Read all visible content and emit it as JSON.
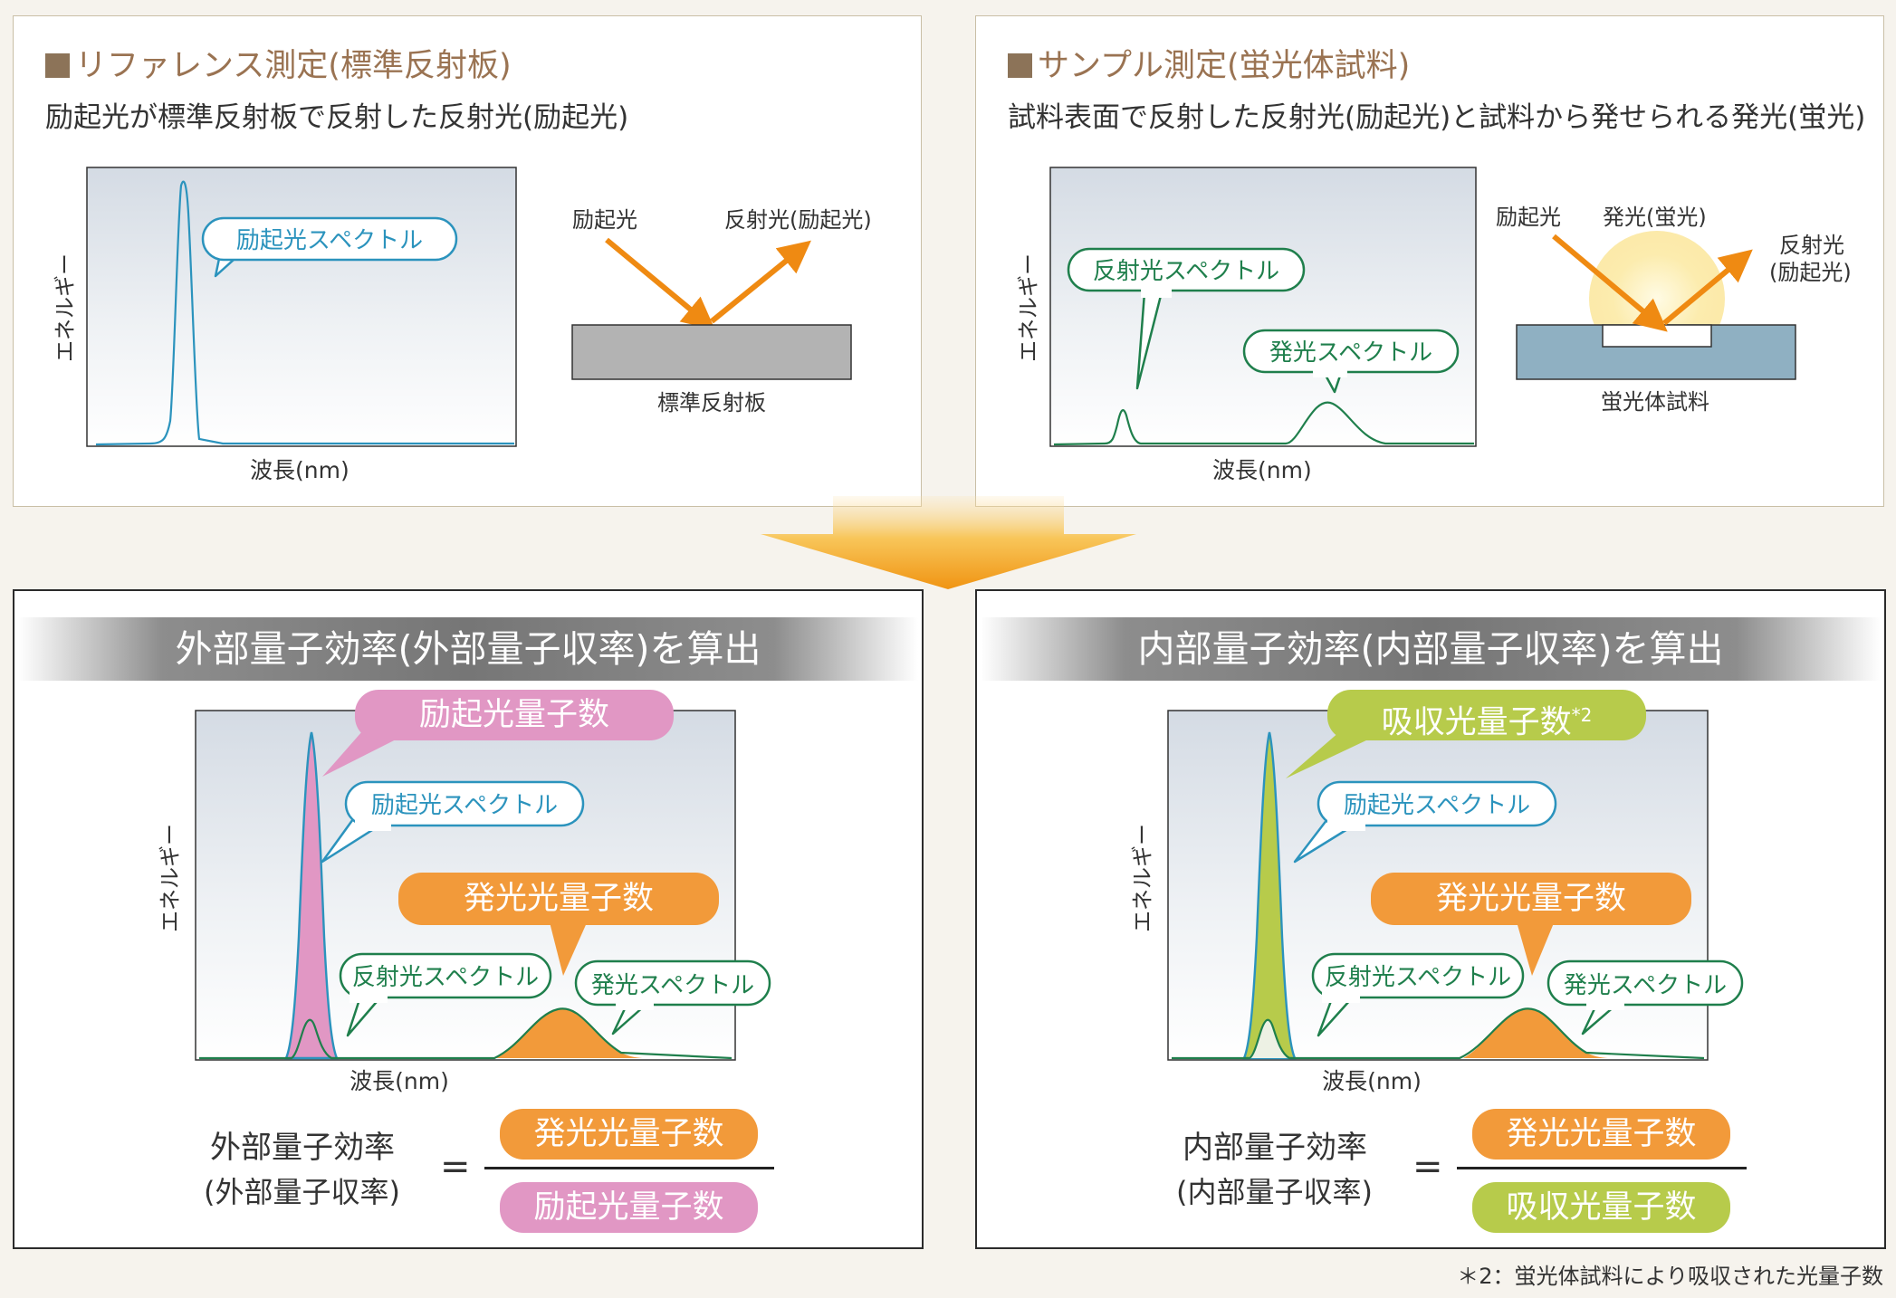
{
  "reference": {
    "title": "リファレンス測定(標準反射板)",
    "description": "励起光が標準反射板で反射した反射光(励起光)",
    "chart": {
      "ylabel": "エネルギー",
      "xlabel": "波長(nm)",
      "callout": "励起光スペクトル"
    },
    "figure": {
      "incident_label": "励起光",
      "reflected_label": "反射光(励起光)",
      "plate_label": "標準反射板"
    }
  },
  "sample": {
    "title": "サンプル測定(蛍光体試料)",
    "description": "試料表面で反射した反射光(励起光)と試料から発せられる発光(蛍光)",
    "chart": {
      "ylabel": "エネルギー",
      "xlabel": "波長(nm)",
      "callout_reflect": "反射光スペクトル",
      "callout_emission": "発光スペクトル"
    },
    "figure": {
      "incident_label": "励起光",
      "emission_label": "発光(蛍光)",
      "reflected_label_line1": "反射光",
      "reflected_label_line2": "(励起光)",
      "sample_label": "蛍光体試料"
    }
  },
  "external": {
    "heading": "外部量子効率(外部量子収率)を算出",
    "chart": {
      "ylabel": "エネルギー",
      "xlabel": "波長(nm)",
      "pill_excitation": "励起光量子数",
      "callout_excitation": "励起光スペクトル",
      "pill_emission": "発光光量子数",
      "callout_reflect": "反射光スペクトル",
      "callout_emission": "発光スペクトル"
    },
    "formula": {
      "lhs_line1": "外部量子効率",
      "lhs_line2": "(外部量子収率)",
      "equals": "=",
      "numerator": "発光光量子数",
      "denominator": "励起光量子数"
    }
  },
  "internal": {
    "heading": "内部量子効率(内部量子収率)を算出",
    "chart": {
      "ylabel": "エネルギー",
      "xlabel": "波長(nm)",
      "pill_absorbed": "吸収光量子数",
      "pill_absorbed_sup": "*2",
      "callout_excitation": "励起光スペクトル",
      "pill_emission": "発光光量子数",
      "callout_reflect": "反射光スペクトル",
      "callout_emission": "発光スペクトル"
    },
    "formula": {
      "lhs_line1": "内部量子効率",
      "lhs_line2": "(内部量子収率)",
      "equals": "=",
      "numerator": "発光光量子数",
      "denominator": "吸収光量子数"
    }
  },
  "footnote": "＊2：蛍光体試料により吸収された光量子数",
  "colors": {
    "excitation_line": "#2b93bd",
    "reflect_line": "#1f7f4c",
    "pink": "#e197c4",
    "orange": "#f29a3a",
    "green": "#b7cb4b",
    "arrow": "#ef8a12",
    "plate": "#b3b3b3",
    "sample_plate": "#8fb0c2",
    "glow": "#fbe7a0"
  }
}
